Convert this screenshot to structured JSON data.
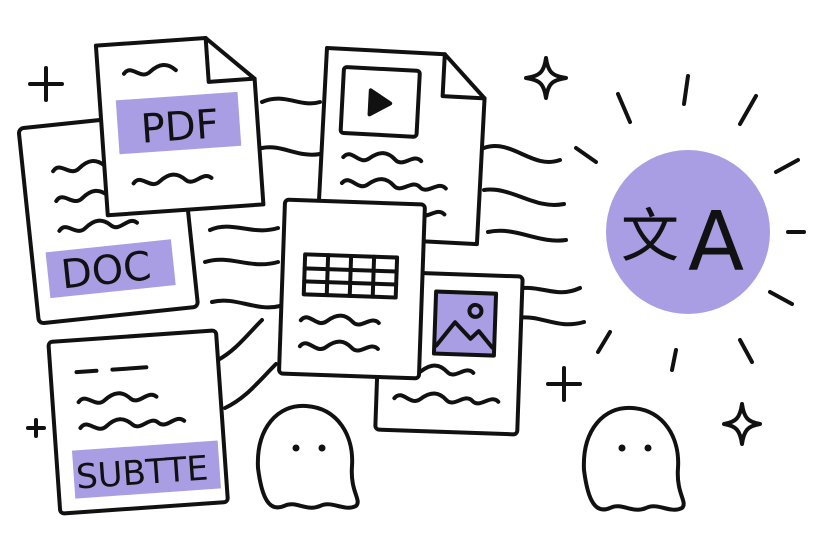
{
  "documents": {
    "pdf": {
      "label": "PDF"
    },
    "doc": {
      "label": "DOC"
    },
    "subtitle": {
      "label": "SUBTTE"
    }
  },
  "translate_badge": {
    "source_glyph": "文",
    "target_glyph": "A"
  },
  "icons": {
    "video": "play-icon",
    "table": "table-grid-icon",
    "image": "image-landscape-icon",
    "translate": "translate-icon",
    "sparkles": "sparkle-icon",
    "mascots": "ghost-blob-icon"
  },
  "colors": {
    "ink": "#111111",
    "accent": "#a99de3",
    "paper": "#ffffff"
  }
}
